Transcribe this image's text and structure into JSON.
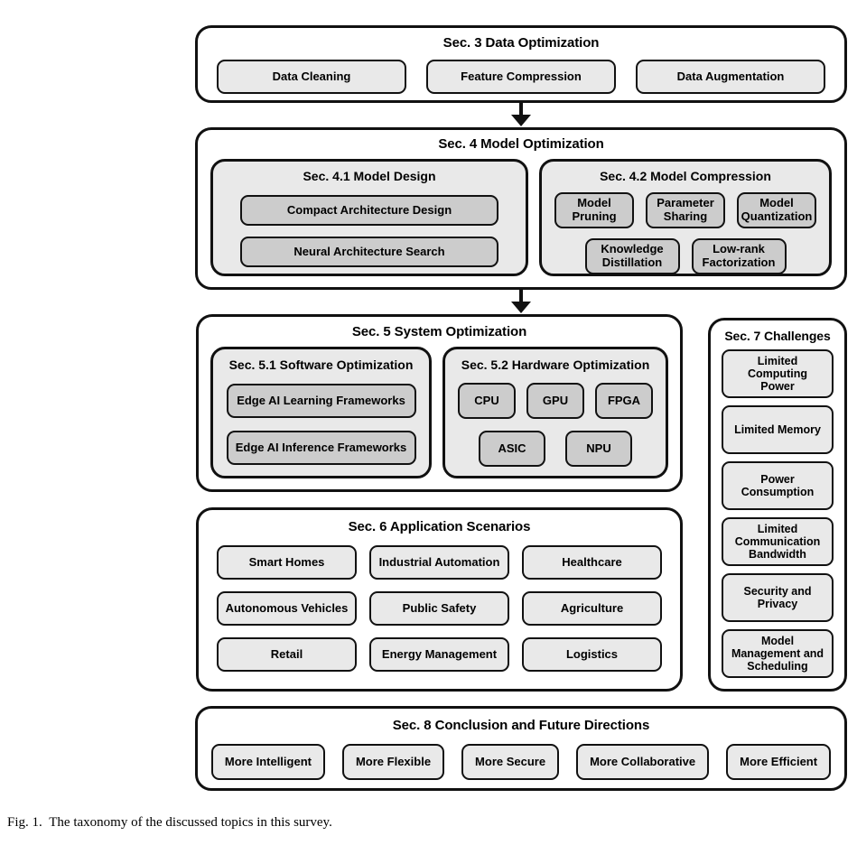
{
  "figure": {
    "caption_label": "Fig. 1.",
    "caption_text": "The taxonomy of the discussed topics in this survey.",
    "colors": {
      "page_background": "#ffffff",
      "outer_box_fill": "#ffffff",
      "panel_fill": "#e9e9e9",
      "leaf_fill": "#e9e9e9",
      "nested_leaf_fill": "#cccccc",
      "stroke": "#111111",
      "text": "#000000"
    }
  },
  "sec3": {
    "title": "Sec. 3 Data Optimization",
    "items": [
      {
        "label": "Data Cleaning"
      },
      {
        "label": "Feature Compression"
      },
      {
        "label": "Data Augmentation"
      }
    ]
  },
  "sec4": {
    "title": "Sec. 4 Model Optimization",
    "sub41": {
      "title": "Sec. 4.1 Model Design",
      "items": [
        {
          "label": "Compact Architecture Design"
        },
        {
          "label": "Neural Architecture Search"
        }
      ]
    },
    "sub42": {
      "title": "Sec. 4.2 Model Compression",
      "row1": [
        {
          "label": "Model\nPruning"
        },
        {
          "label": "Parameter\nSharing"
        },
        {
          "label": "Model\nQuantization"
        }
      ],
      "row2": [
        {
          "label": "Knowledge\nDistillation"
        },
        {
          "label": "Low-rank\nFactorization"
        }
      ]
    }
  },
  "sec5": {
    "title": "Sec. 5 System Optimization",
    "sub51": {
      "title": "Sec. 5.1 Software Optimization",
      "items": [
        {
          "label": "Edge AI Learning Frameworks"
        },
        {
          "label": "Edge AI Inference Frameworks"
        }
      ]
    },
    "sub52": {
      "title": "Sec. 5.2 Hardware Optimization",
      "row1": [
        {
          "label": "CPU"
        },
        {
          "label": "GPU"
        },
        {
          "label": "FPGA"
        }
      ],
      "row2": [
        {
          "label": "ASIC"
        },
        {
          "label": "NPU"
        }
      ]
    }
  },
  "sec6": {
    "title": "Sec. 6 Application Scenarios",
    "row1": [
      {
        "label": "Smart Homes"
      },
      {
        "label": "Industrial Automation"
      },
      {
        "label": "Healthcare"
      }
    ],
    "row2": [
      {
        "label": "Autonomous Vehicles"
      },
      {
        "label": "Public Safety"
      },
      {
        "label": "Agriculture"
      }
    ],
    "row3": [
      {
        "label": "Retail"
      },
      {
        "label": "Energy Management"
      },
      {
        "label": "Logistics"
      }
    ]
  },
  "sec7": {
    "title": "Sec. 7 Challenges",
    "items": [
      {
        "label": "Limited\nComputing\nPower"
      },
      {
        "label": "Limited Memory"
      },
      {
        "label": "Power\nConsumption"
      },
      {
        "label": "Limited\nCommunication\nBandwidth"
      },
      {
        "label": "Security and\nPrivacy"
      },
      {
        "label": "Model\nManagement and\nScheduling"
      }
    ]
  },
  "sec8": {
    "title": "Sec. 8 Conclusion and Future Directions",
    "items": [
      {
        "label": "More Intelligent"
      },
      {
        "label": "More Flexible"
      },
      {
        "label": "More Secure"
      },
      {
        "label": "More Collaborative"
      },
      {
        "label": "More Efficient"
      }
    ]
  },
  "connectors": [
    {
      "name": "arrow-sec3-to-sec4",
      "direction": "down"
    },
    {
      "name": "arrow-sec4-to-sec5",
      "direction": "down"
    }
  ]
}
